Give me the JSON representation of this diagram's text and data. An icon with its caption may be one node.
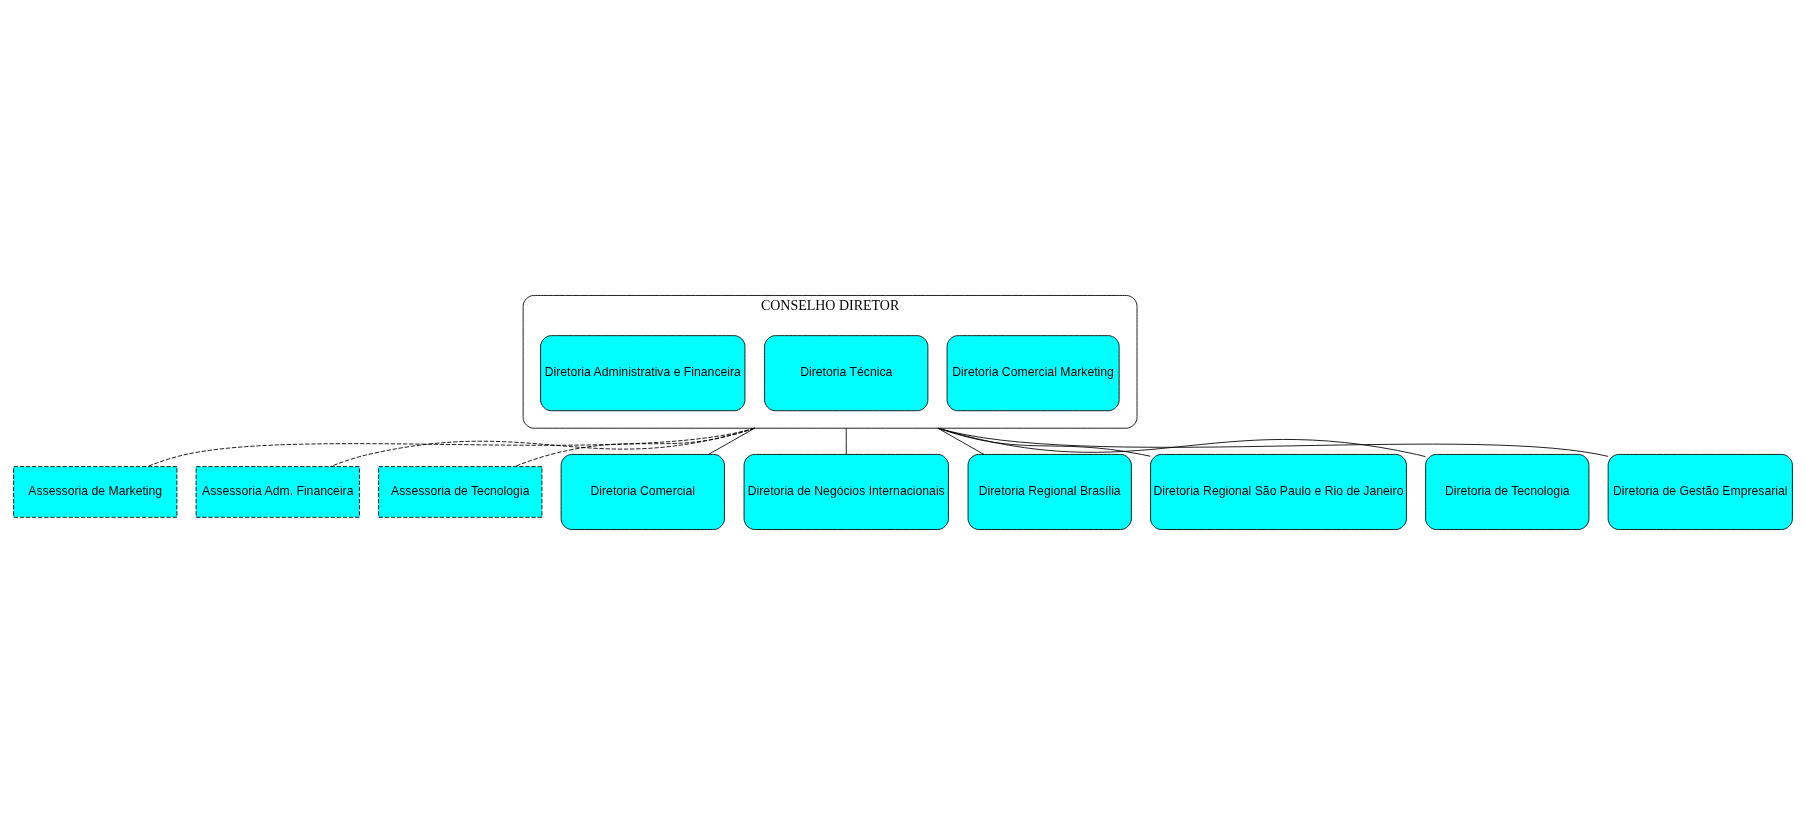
{
  "diagram": {
    "nodes": [
      {
        "text": [
          "CONSELHO DIRETOR"
        ]
      },
      {
        "text": [
          "Diretoria Comercial Marketing"
        ],
        "in": 0
      },
      {
        "text": [
          "Diretoria Técnica"
        ],
        "in": 0
      },
      {
        "text": [
          "Diretoria Administrativa e Financeira"
        ],
        "in": 0
      },
      {
        "text": [
          "Assessoria de Marketing"
        ]
      },
      {
        "text": [
          "Assessoria Adm. Financeira"
        ]
      },
      {
        "text": [
          "Assessoria de Tecnologia"
        ]
      },
      {
        "text": [
          "Diretoria Comercial"
        ]
      },
      {
        "text": [
          "Diretoria de Negócios Internacionais"
        ]
      },
      {
        "text": [
          "Diretoria Regional Brasília"
        ]
      },
      {
        "text": [
          "Diretoria Regional São Paulo e Rio de Janeiro"
        ]
      },
      {
        "text": [
          "Diretoria de Tecnologia"
        ]
      },
      {
        "text": [
          "Diretoria de Gestão Empresarial"
        ]
      }
    ],
    "edges": [
      {
        "from": 0,
        "to": 4,
        "arrow": "none",
        "style": "dashed"
      },
      {
        "from": 0,
        "to": 5,
        "arrow": "none",
        "style": "dashed"
      },
      {
        "from": 0,
        "to": 6,
        "arrow": "none",
        "style": "dashed"
      },
      {
        "from": 0,
        "to": 7,
        "arrow": "none"
      },
      {
        "from": 0,
        "to": 8,
        "arrow": "none"
      },
      {
        "from": 0,
        "to": 9,
        "arrow": "none"
      },
      {
        "from": 0,
        "to": 10,
        "arrow": "none"
      },
      {
        "from": 0,
        "to": 11,
        "arrow": "none"
      },
      {
        "from": 0,
        "to": 12,
        "arrow": "none"
      }
    ]
  }
}
